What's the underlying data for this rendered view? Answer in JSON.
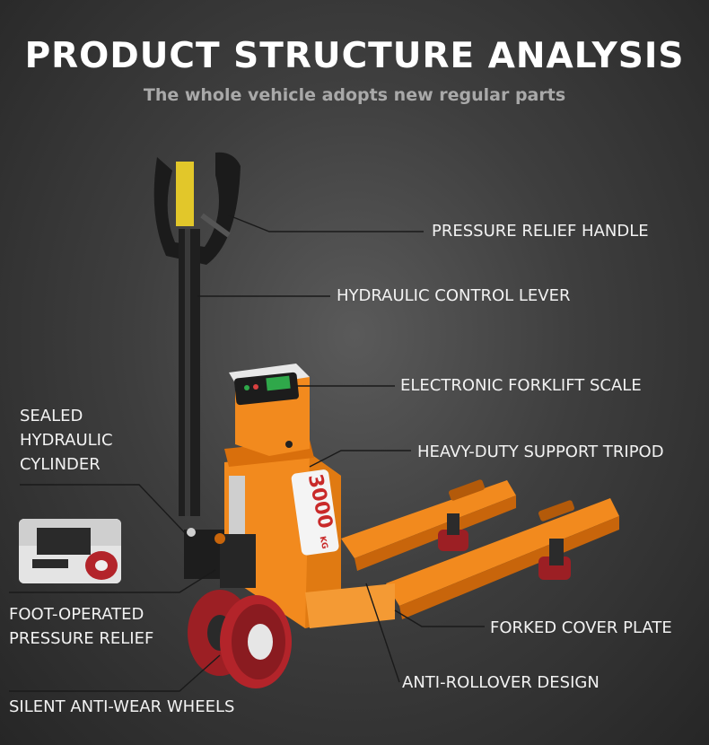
{
  "header": {
    "title": "PRODUCT STRUCTURE ANALYSIS",
    "subtitle": "The whole vehicle adopts new regular parts"
  },
  "callouts": {
    "pressure_relief_handle": "PRESSURE RELIEF HANDLE",
    "hydraulic_control_lever": "HYDRAULIC CONTROL LEVER",
    "electronic_scale": "ELECTRONIC FORKLIFT SCALE",
    "support_tripod": "HEAVY-DUTY SUPPORT TRIPOD",
    "sealed_cylinder": [
      "SEALED",
      "HYDRAULIC",
      "CYLINDER"
    ],
    "foot_release": [
      "FOOT-OPERATED",
      "PRESSURE RELIEF"
    ],
    "forked_cover_plate": "FORKED COVER PLATE",
    "anti_rollover": "ANTI-ROLLOVER DESIGN",
    "wheels": "SILENT ANTI-WEAR WHEELS"
  },
  "product": {
    "capacity_marking": "3000",
    "capacity_unit": "KG",
    "colors": {
      "body": "#f28a1e",
      "body_dark": "#d96f0c",
      "handle": "#1b1b1b",
      "wheel": "#b3242a"
    }
  }
}
